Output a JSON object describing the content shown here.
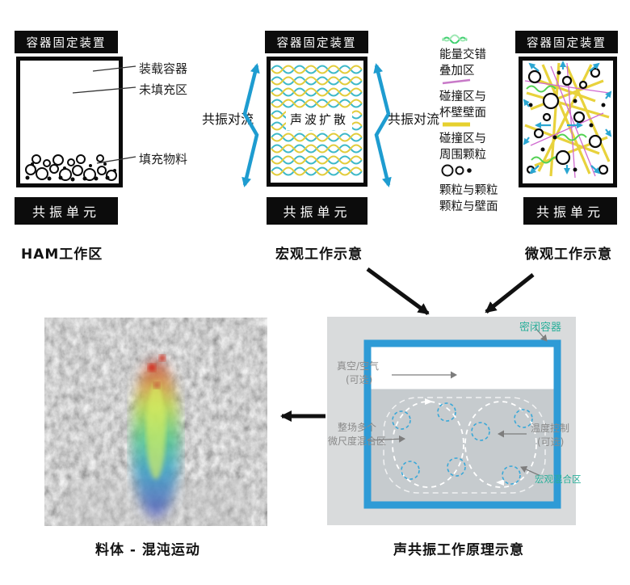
{
  "top": {
    "ham": {
      "fixture": "容器固定装置",
      "unit": "共振单元",
      "caption": "HAM工作区",
      "labels": {
        "load_container": "装载容器",
        "unfilled": "未填充区",
        "filled": "填充物料"
      }
    },
    "macro": {
      "fixture": "容器固定装置",
      "unit": "共振单元",
      "caption": "宏观工作示意",
      "wave": "声波扩散",
      "convection_left": "共振对流",
      "convection_right": "共振对流"
    },
    "micro": {
      "fixture": "容器固定装置",
      "unit": "共振单元",
      "caption": "微观工作示意",
      "legend": [
        {
          "name": "energy-overlap-zone",
          "line1": "能量交错",
          "line2": "叠加区"
        },
        {
          "name": "collision-cup-wall",
          "line1": "碰撞区与",
          "line2": "杯壁壁面"
        },
        {
          "name": "collision-surrounding-particles",
          "line1": "碰撞区与",
          "line2": "周围颗粒"
        },
        {
          "name": "particle-particle-wall",
          "line1": "颗粒与颗粒",
          "line2": "颗粒与壁面"
        }
      ]
    }
  },
  "bottom": {
    "flow_caption": "料体 - 混沌运动",
    "schematic_caption": "声共振工作原理示意",
    "schematic": {
      "sealed": "密闭容器",
      "vacuum": "真空/空气",
      "vacuum_opt": "(可选)",
      "micro1": "整场多个",
      "micro2": "微尺度混合区",
      "temp": "温度控制",
      "temp_opt": "(可选)",
      "macro_zone": "宏观混合区"
    }
  },
  "colors": {
    "label_bg": "#0c0c0c",
    "zigzag_blue": "#1e9cd0",
    "wave_teal": "#3cb8c8",
    "wave_yellow": "#e2cc3a",
    "legend_green": "#3ecf6e",
    "legend_purple": "#c879c8",
    "legend_yellow": "#e6d02e",
    "schematic_blue": "#2e9bd6",
    "teal_text": "#2aaf9a"
  }
}
